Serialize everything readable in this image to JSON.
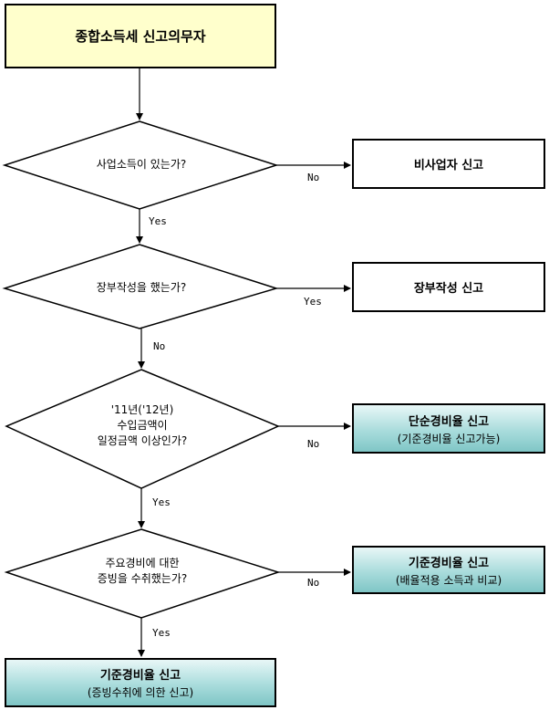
{
  "start": {
    "label": "종합소득세 신고의무자"
  },
  "decisions": [
    {
      "lines": [
        "사업소득이 있는가?"
      ]
    },
    {
      "lines": [
        "장부작성을 했는가?"
      ]
    },
    {
      "lines": [
        "'11년('12년)",
        "수입금액이",
        "일정금액 이상인가?"
      ]
    },
    {
      "lines": [
        "주요경비에 대한",
        "증빙을 수취했는가?"
      ]
    }
  ],
  "outcomes": {
    "non_business": {
      "main": "비사업자 신고"
    },
    "bookkeeping": {
      "main": "장부작성 신고"
    },
    "simple_rate": {
      "main": "단순경비율 신고",
      "sub": "(기준경비율 신고가능)"
    },
    "standard_rate_ratio": {
      "main": "기준경비율 신고",
      "sub": "(배율적용 소득과 비교)"
    },
    "standard_rate_receipts": {
      "main": "기준경비율 신고",
      "sub": "(증빙수취에 의한 신고)"
    }
  },
  "edge_labels": {
    "d1_right": "No",
    "d1_down": "Yes",
    "d2_right": "Yes",
    "d2_down": "No",
    "d3_right": "No",
    "d3_down": "Yes",
    "d4_right": "No",
    "d4_down": "Yes"
  },
  "colors": {
    "start_fill": "#ffffcc",
    "teal_fill": "#a9dcdc",
    "line": "#000000"
  }
}
